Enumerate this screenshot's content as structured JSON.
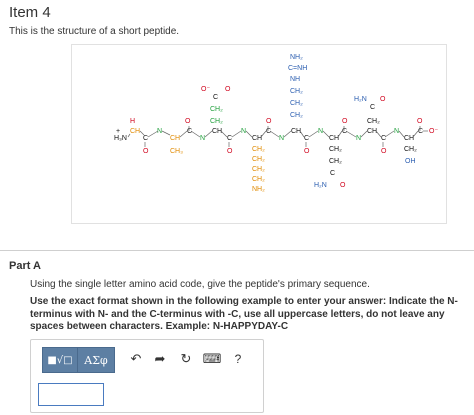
{
  "item": {
    "title": "Item 4",
    "description": "This is the structure of a short peptide."
  },
  "peptide": {
    "arg_side_chain": [
      "NH₂",
      "C=NH",
      "NH",
      "CH₂",
      "CH₂",
      "CH₂"
    ],
    "lys_side_chain": [
      "CH₂",
      "CH₂",
      "CH₂",
      "CH₂",
      "NH₂"
    ],
    "glu_side_chain": [
      "CH₂",
      "CH₂"
    ],
    "asn_side_chain": [
      "CH₂"
    ],
    "gln_side_chain": [
      "CH₂",
      "CH₂"
    ],
    "ser_side_chain": [
      "CH₂",
      "OH"
    ],
    "labels": {
      "h3n": "H₃N",
      "plus": "+",
      "h": "H",
      "ch": "CH",
      "c": "C",
      "n": "N",
      "o": "O",
      "ch3": "CH₃",
      "oh": "OH",
      "h2n": "H₂N",
      "o_minus": "O⁻",
      "ch2": "CH₂",
      "nh2": "NH₂"
    }
  },
  "part": {
    "title": "Part A",
    "question": "Using the single letter amino acid code, give the peptide's primary sequence.",
    "instructions": "Use the exact format shown in the following example to enter your answer:  Indicate the N-terminus with N- and the C-terminus with -C, use all uppercase letters, do not leave any spaces between characters.  Example:  N-HAPPYDAY-C"
  },
  "toolbar": {
    "template_label": "■√□",
    "symbols_label": "AΣφ",
    "undo_glyph": "↶",
    "redo_glyph": "➦",
    "reset_glyph": "↻",
    "keyboard_glyph": "⌨",
    "help_glyph": "?"
  },
  "colors": {
    "red": "#d0021b",
    "blue": "#2a5db0",
    "green": "#1e9e3a",
    "orange": "#e08a00",
    "black": "#111111",
    "toolbar_blue": "#5d7fa3"
  }
}
